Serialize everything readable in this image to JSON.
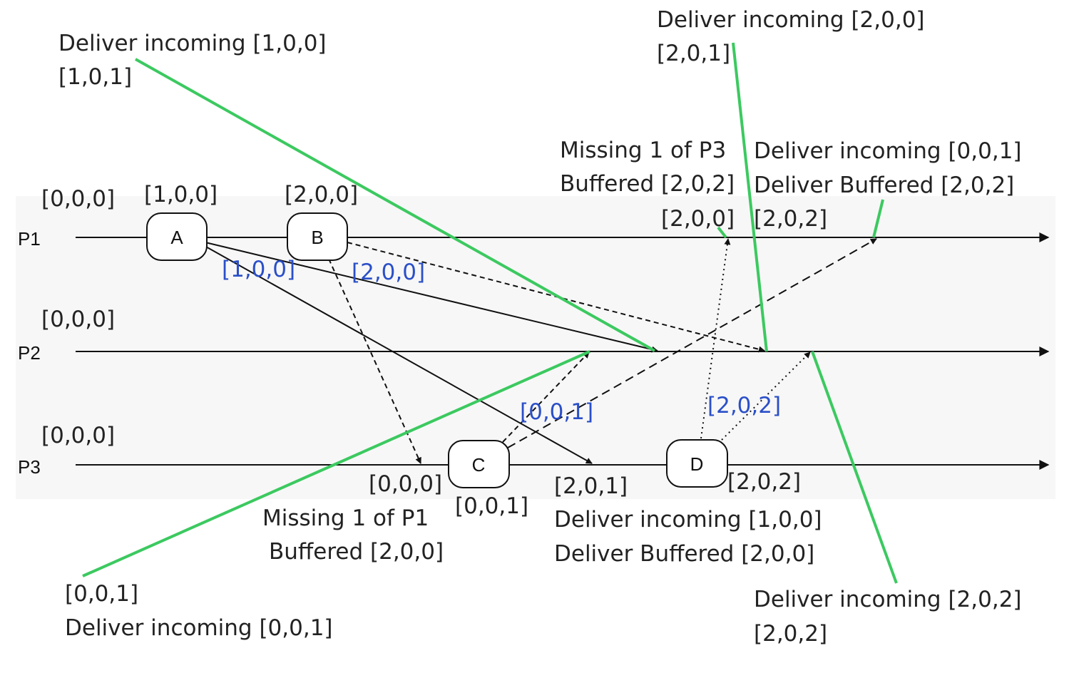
{
  "colors": {
    "panel": "#f7f7f7",
    "line": "#111111",
    "message_label": "#2a4fc8",
    "callout": "#3cc960",
    "text": "#222222"
  },
  "processes": [
    {
      "label": "P1",
      "initial_clock": "[0,0,0]"
    },
    {
      "label": "P2",
      "initial_clock": "[0,0,0]"
    },
    {
      "label": "P3",
      "initial_clock": "[0,0,0]"
    }
  ],
  "events": [
    {
      "label": "A",
      "process": "P1",
      "clock": "[1,0,0]"
    },
    {
      "label": "B",
      "process": "P1",
      "clock": "[2,0,0]"
    },
    {
      "label": "C",
      "process": "P3",
      "clock": "[0,0,1]"
    },
    {
      "label": "D",
      "process": "P3",
      "clock": "[2,0,2]"
    }
  ],
  "messages": [
    {
      "from": "A",
      "to": "P2",
      "style": "solid",
      "label": "[1,0,0]"
    },
    {
      "from": "A",
      "to": "P3",
      "style": "solid",
      "label": ""
    },
    {
      "from": "B",
      "to": "P2",
      "style": "dashed",
      "label": "[2,0,0]"
    },
    {
      "from": "B",
      "to": "P3",
      "style": "dashed",
      "label": ""
    },
    {
      "from": "C",
      "to": "P2",
      "style": "dashed",
      "label": "[0,0,1]"
    },
    {
      "from": "C",
      "to": "P1",
      "style": "dashed",
      "label": ""
    },
    {
      "from": "D",
      "to": "P1",
      "style": "dotted",
      "label": ""
    },
    {
      "from": "D",
      "to": "P2",
      "style": "dotted",
      "label": "[2,0,2]"
    }
  ],
  "receive_clocks": {
    "p3_before_c": "[0,0,0]",
    "p3_receive_a": "[2,0,1]",
    "p3_after_d": "[2,0,2]"
  },
  "annotations": {
    "p2_deliver_100": [
      "Deliver incoming [1,0,0]",
      "[1,0,1]"
    ],
    "p2_deliver_200": [
      "Deliver incoming [2,0,0]",
      "[2,0,1]"
    ],
    "p1_missing": [
      "Missing 1 of P3",
      "Buffered [2,0,2]",
      "[2,0,0]"
    ],
    "p1_deliver": [
      "Deliver incoming [0,0,1]",
      "Deliver Buffered [2,0,2]",
      "[2,0,2]"
    ],
    "p3_missing": [
      "Missing 1 of P1",
      "Buffered [2,0,0]"
    ],
    "p3_deliver": [
      "Deliver incoming [1,0,0]",
      "Deliver Buffered [2,0,0]"
    ],
    "p2_deliver_001": [
      "[0,0,1]",
      "Deliver incoming [0,0,1]"
    ],
    "p2_deliver_202": [
      "Deliver incoming [2,0,2]",
      "[2,0,2]"
    ]
  }
}
